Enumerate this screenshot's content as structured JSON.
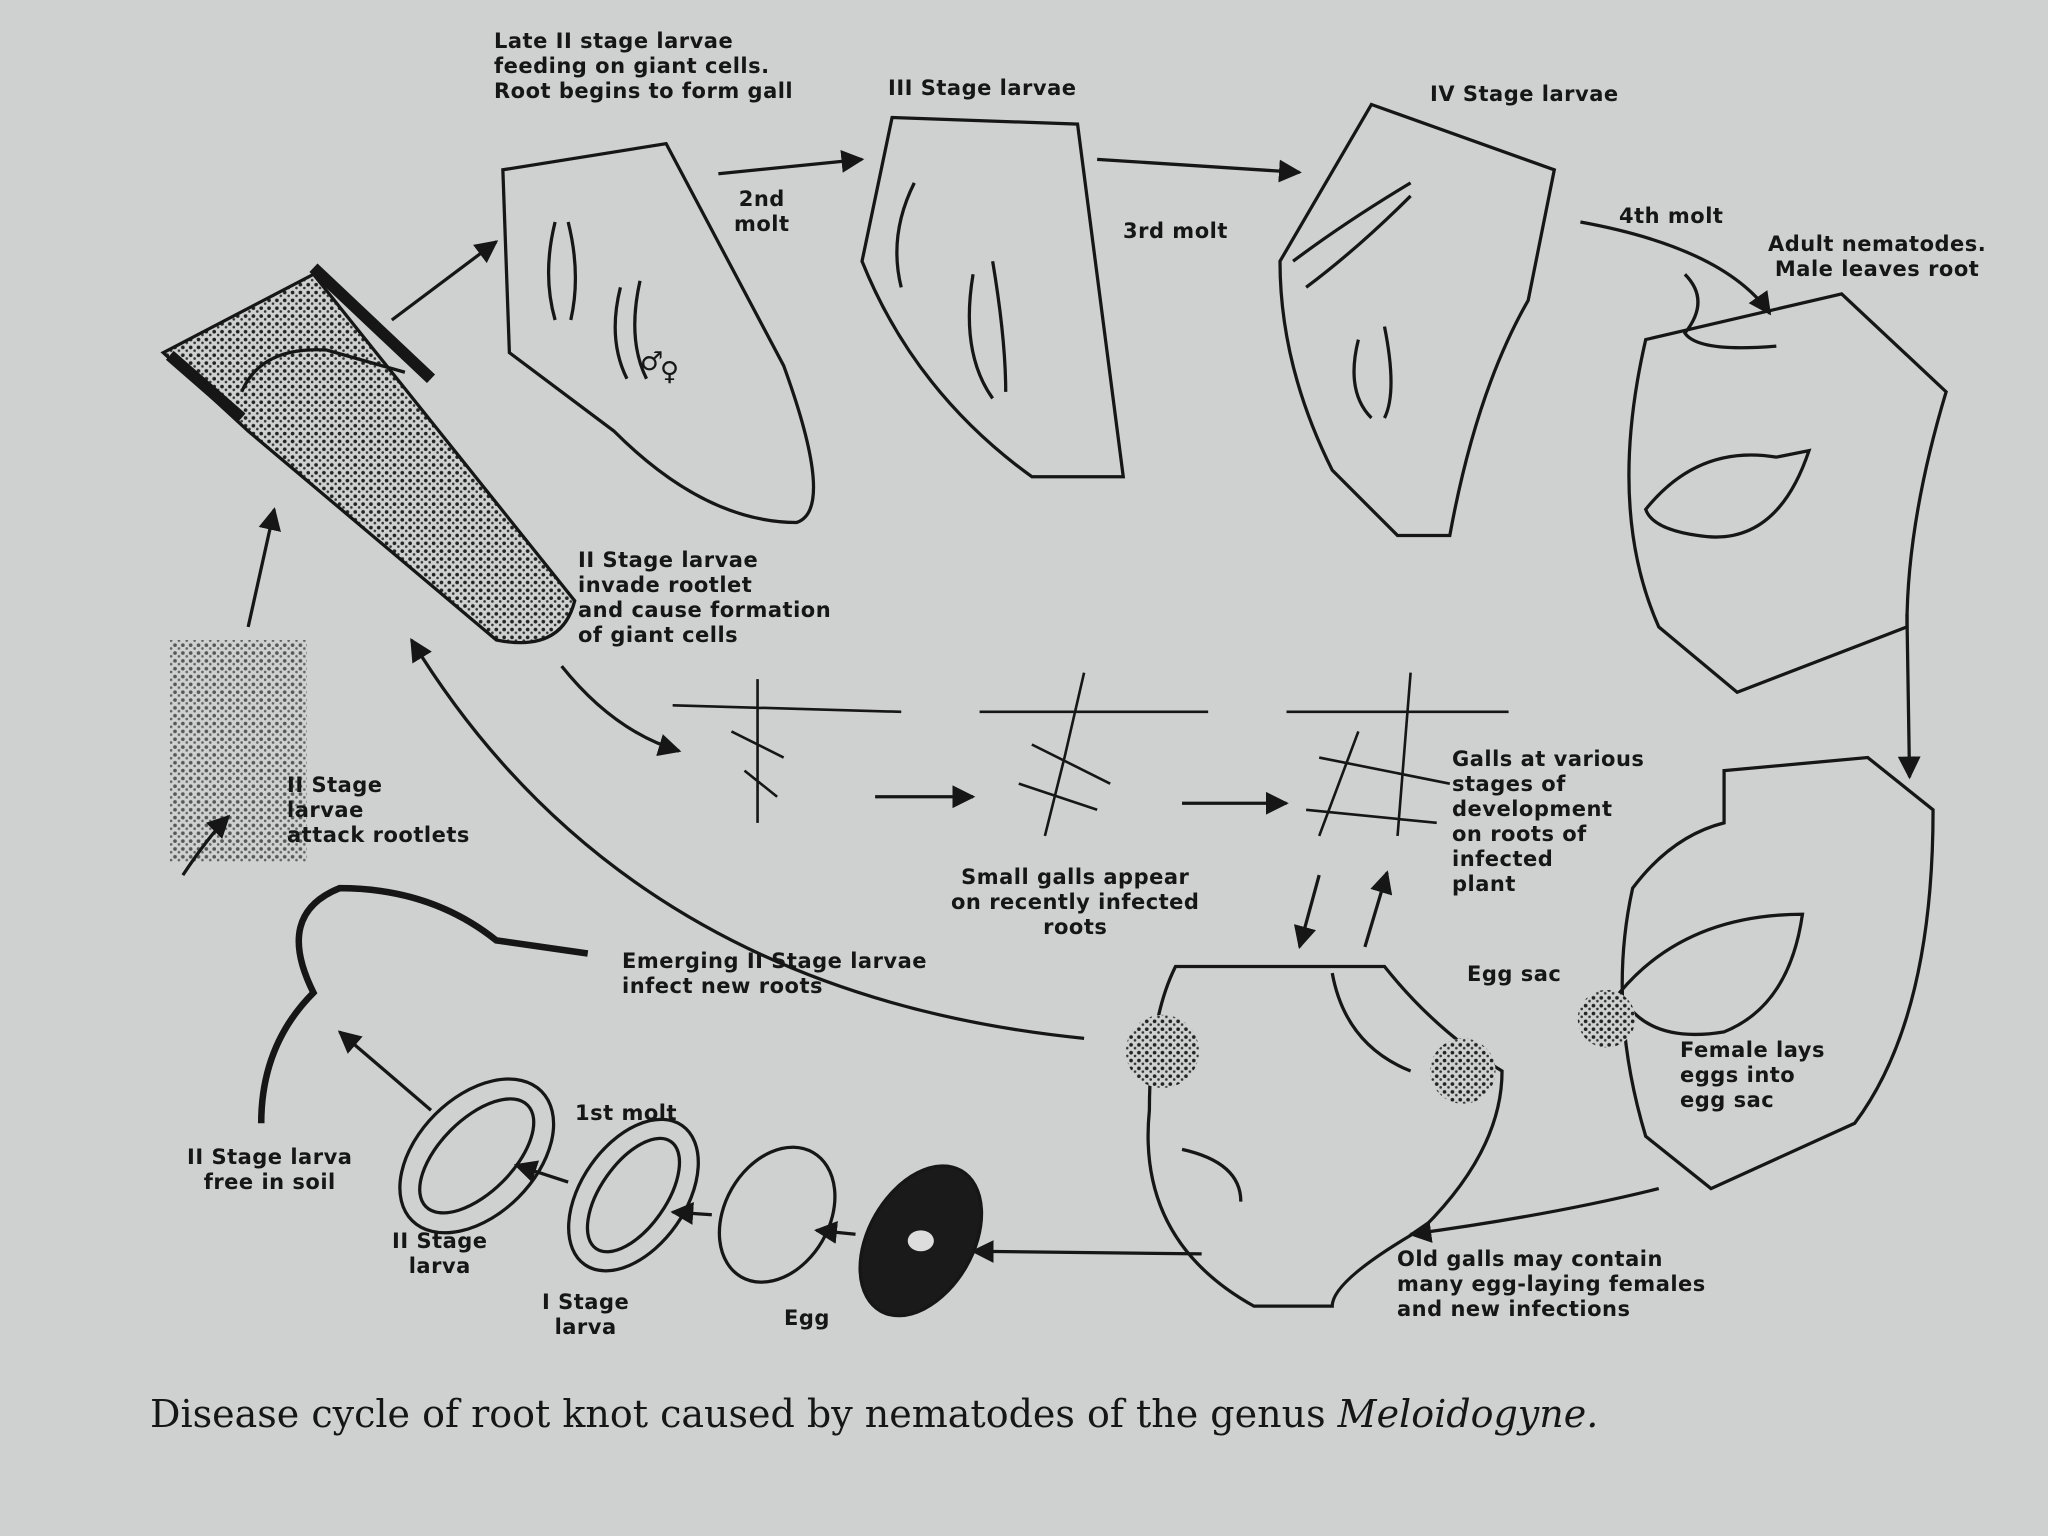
{
  "labels": {
    "late_stage2": "Late II stage larvae\nfeeding on giant cells.\nRoot begins to form gall",
    "stage3": "III Stage larvae",
    "stage4": "IV Stage larvae",
    "molt2": "2nd\nmolt",
    "molt3": "3rd  molt",
    "molt4": "4th molt",
    "adult": "Adult nematodes.\nMale leaves root",
    "invade": "II Stage larvae\ninvade rootlet\nand cause formation\nof giant cells",
    "attack": "II Stage\nlarvae\nattack rootlets",
    "small_galls": "Small galls appear\non recently infected\nroots",
    "galls_various": "Galls at various\nstages of\ndevelopment\non roots of\ninfected\nplant",
    "emerging": "Emerging  II Stage larvae\ninfect new          roots",
    "egg_sac": "Egg sac",
    "female_lays": "Female lays\neggs into\negg sac",
    "free_soil": "II Stage larva\nfree in soil",
    "molt1": "1st molt",
    "stage2_larva": "II Stage\nlarva",
    "stage1_larva": "I Stage\nlarva",
    "egg": "Egg",
    "old_galls": "Old galls may contain\nmany egg-laying females\nand new infections",
    "male_symbol": "♂",
    "female_symbol": "♀"
  },
  "caption": {
    "text": "Disease cycle of root knot caused by nematodes of the genus ",
    "genus": "Meloidogyne."
  }
}
